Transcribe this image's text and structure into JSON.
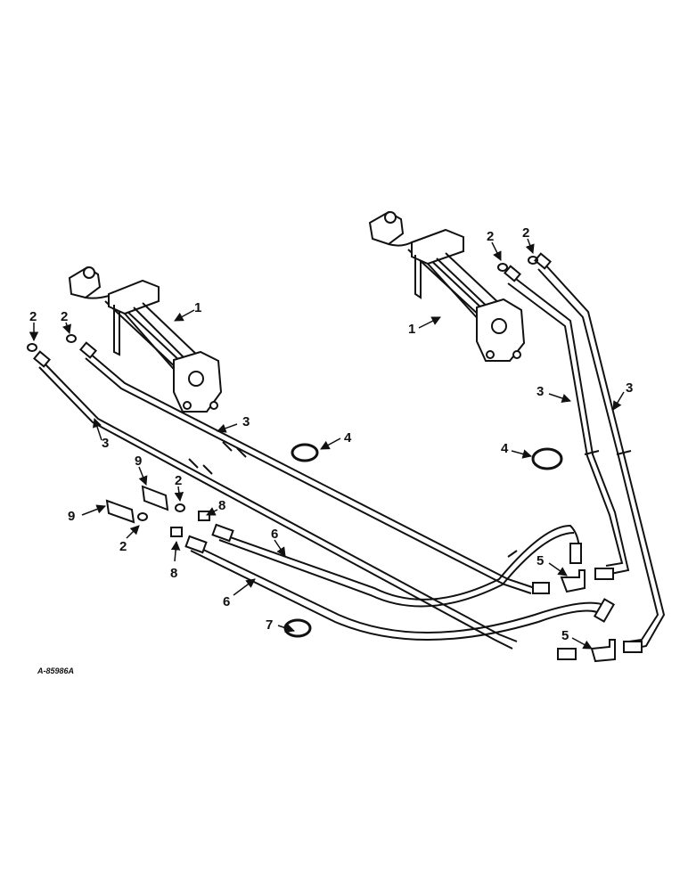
{
  "figure_code": "A-85986A",
  "callouts": {
    "c1a": "1",
    "c1b": "1",
    "c2a": "2",
    "c2b": "2",
    "c2c": "2",
    "c2d": "2",
    "c2e": "2",
    "c2f": "2",
    "c3a": "3",
    "c3b": "3",
    "c3c": "3",
    "c3d": "3",
    "c4a": "4",
    "c4b": "4",
    "c5a": "5",
    "c5b": "5",
    "c6a": "6",
    "c6b": "6",
    "c7": "7",
    "c8a": "8",
    "c8b": "8",
    "c9a": "9",
    "c9b": "9"
  }
}
